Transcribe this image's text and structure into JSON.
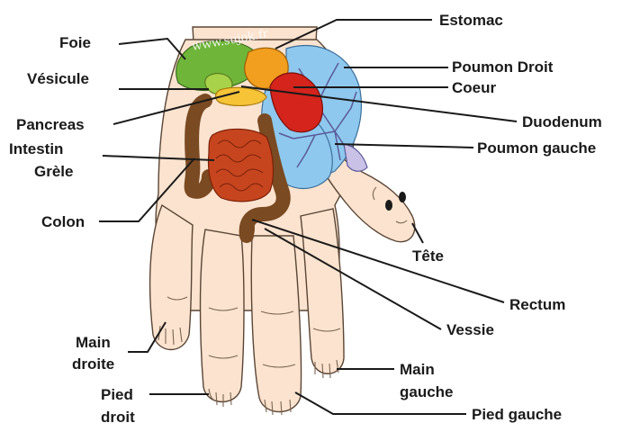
{
  "watermark": "www.sujok.fr",
  "colors": {
    "background": "#ffffff",
    "skin": "#fbe3cf",
    "outline": "#5a4636",
    "liver": "#6fb53a",
    "gallbladder": "#a7d24a",
    "stomach": "#f29e1e",
    "pancreas": "#f7c437",
    "small_intestine": "#c6451f",
    "colon": "#7a4a22",
    "lungs": "#8ec8ee",
    "heart": "#d4241c",
    "bronchi": "#5a5a99",
    "label": "#1a1a1a"
  },
  "labels": {
    "foie": "Foie",
    "vesicule": "Vésicule",
    "pancreas": "Pancreas",
    "intestin": "Intestin",
    "grele": "Grèle",
    "colon": "Colon",
    "main_droite_1": "Main",
    "main_droite_2": "droite",
    "pied_droit_1": "Pied",
    "pied_droit_2": "droit",
    "estomac": "Estomac",
    "poumon_droit": "Poumon Droit",
    "coeur": "Coeur",
    "duodenum": "Duodenum",
    "poumon_gauche": "Poumon gauche",
    "tete": "Tête",
    "rectum": "Rectum",
    "vessie": "Vessie",
    "main_gauche_1": "Main",
    "main_gauche_2": "gauche",
    "pied_gauche": "Pied gauche"
  }
}
